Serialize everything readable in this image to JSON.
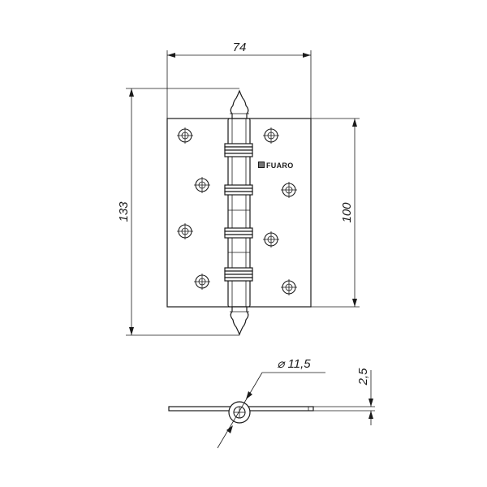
{
  "drawing": {
    "brand": "FUARO",
    "dimensions": {
      "total_width": "74",
      "total_height": "133",
      "leaf_height": "100",
      "knuckle_diameter": "⌀ 11,5",
      "leaf_thickness": "2,5"
    }
  }
}
